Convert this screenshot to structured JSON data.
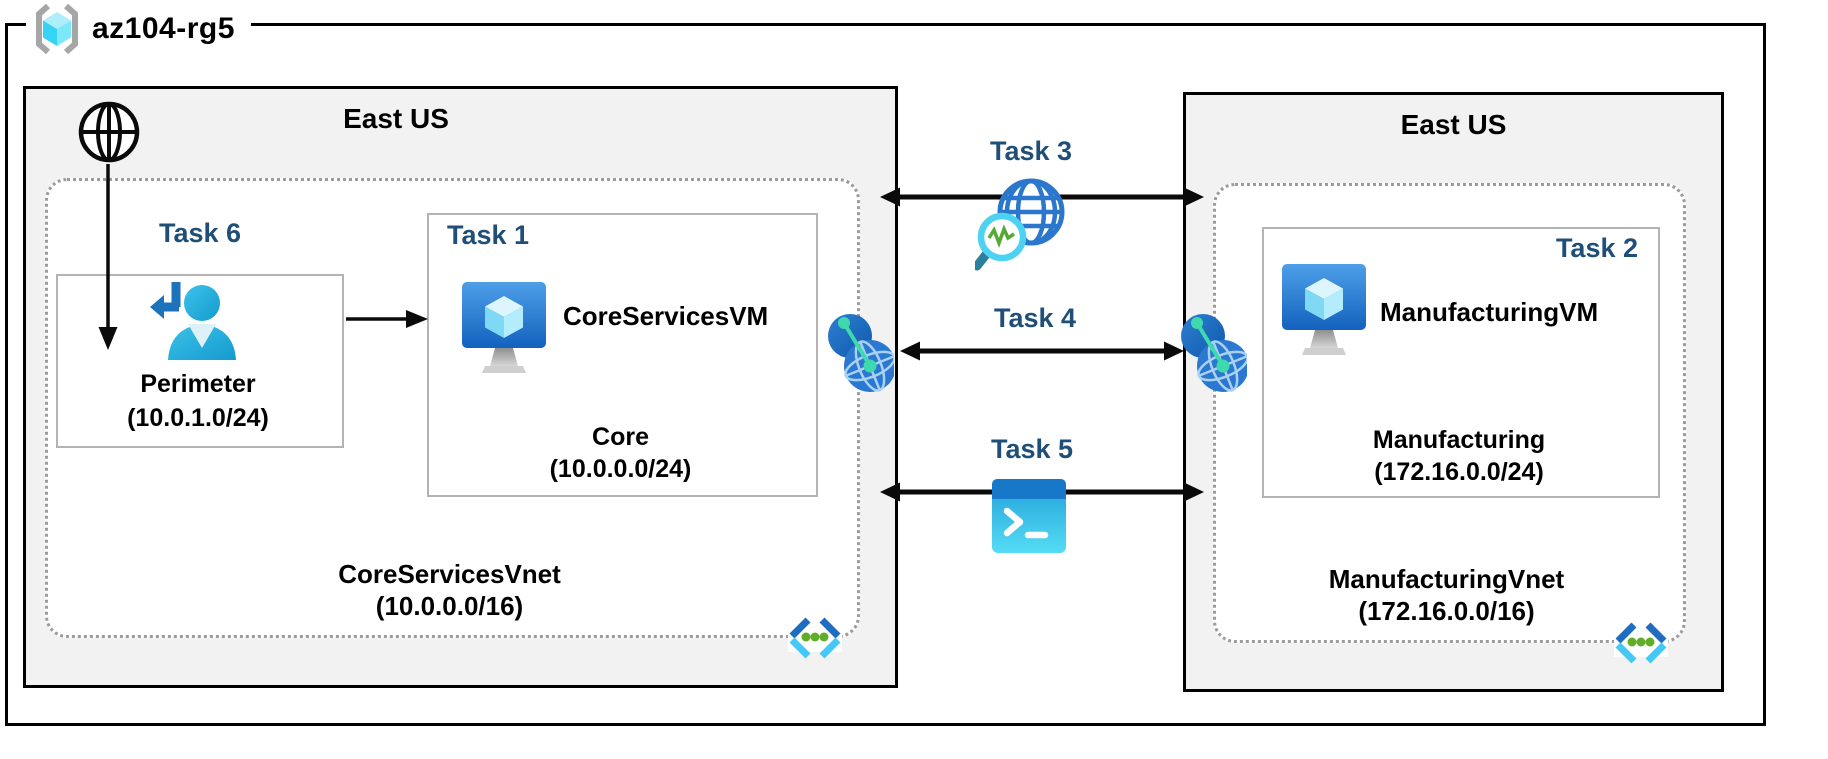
{
  "resource_group": {
    "name": "az104-rg5",
    "icon": "resource-group-icon"
  },
  "left_region": {
    "title": "East US",
    "internet_icon": "internet-globe-icon",
    "vnet": {
      "name": "CoreServicesVnet",
      "cidr": "(10.0.0.0/16)",
      "icon": "virtual-network-icon"
    },
    "perimeter": {
      "task_label": "Task 6",
      "name": "Perimeter",
      "cidr": "(10.0.1.0/24)",
      "icon": "user-return-icon"
    },
    "core": {
      "task_label": "Task 1",
      "vm_name": "CoreServicesVM",
      "vm_icon": "virtual-machine-icon",
      "subnet_name": "Core",
      "subnet_cidr": "(10.0.0.0/24)"
    }
  },
  "right_region": {
    "title": "East US",
    "vnet": {
      "name": "ManufacturingVnet",
      "cidr": "(172.16.0.0/16)",
      "icon": "virtual-network-icon"
    },
    "manufacturing": {
      "task_label": "Task 2",
      "vm_name": "ManufacturingVM",
      "vm_icon": "virtual-machine-icon",
      "subnet_name": "Manufacturing",
      "subnet_cidr": "(172.16.0.0/24)"
    }
  },
  "connections": {
    "task3": {
      "label": "Task 3",
      "icon": "network-watcher-icon",
      "style": "double-arrow"
    },
    "task4": {
      "label": "Task 4",
      "left_icon": "vnet-peering-icon",
      "right_icon": "vnet-peering-icon",
      "style": "double-arrow"
    },
    "task5": {
      "label": "Task 5",
      "icon": "cloud-shell-icon",
      "style": "double-arrow"
    }
  },
  "colors": {
    "task_label_navy": "#1f4e79",
    "region_background": "#f2f2f2",
    "border_black": "#000000",
    "box_border_gray": "#b3b3b3",
    "dotted_gray": "#9c9c9c",
    "azure_blue": "#1f6cc0",
    "azure_cyan": "#50e6ff",
    "green_dots": "#6cbf2a",
    "teal_green": "#3ed9ac",
    "text": "#000000"
  }
}
